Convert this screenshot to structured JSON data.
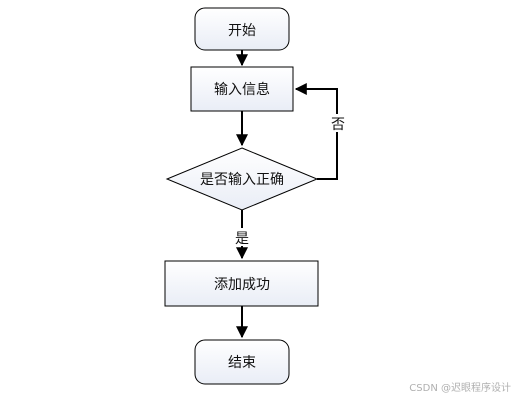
{
  "flowchart": {
    "nodes": {
      "start": "开始",
      "input": "输入信息",
      "decision": "是否输入正确",
      "success": "添加成功",
      "end": "结束"
    },
    "edges": {
      "no_label": "否",
      "yes_label": "是"
    }
  },
  "watermark": "CSDN @迟眼程序设计",
  "colors": {
    "node_fill_top": "#ffffff",
    "node_fill_bottom": "#e9edf6",
    "stroke": "#000000"
  }
}
